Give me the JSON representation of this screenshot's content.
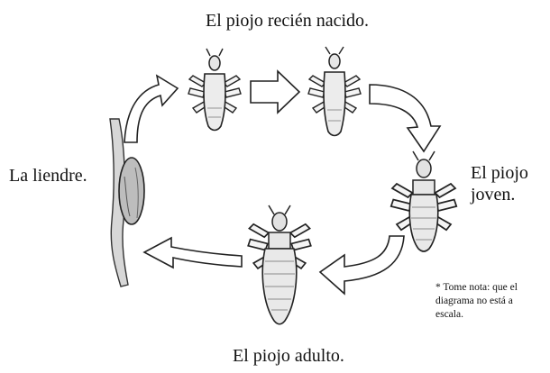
{
  "labels": {
    "top": "El piojo recién nacido.",
    "left": "La liendre.",
    "right_line1": "El piojo",
    "right_line2": "joven.",
    "bottom": "El piojo adulto.",
    "note_line1": "* Tome nota: que el",
    "note_line2": "diagrama no está a",
    "note_line3": "escala."
  }
}
